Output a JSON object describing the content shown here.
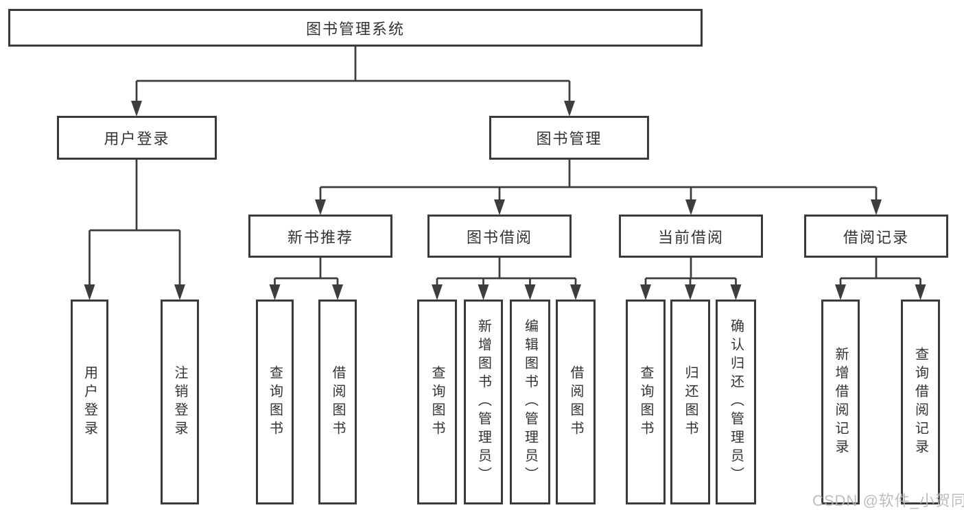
{
  "colors": {
    "line": "#3d3d3d",
    "box_border": "#3a3a3a",
    "text": "#333333",
    "background": "#ffffff",
    "watermark_text": "#b5b5b5"
  },
  "watermark": "CSDN @软件_小贺同学",
  "tree": {
    "root": "图书管理系统",
    "user": {
      "label": "用户登录",
      "leaves": [
        "用户登录",
        "注销登录"
      ]
    },
    "mgmt": {
      "label": "图书管理",
      "groups": [
        {
          "label": "新书推荐",
          "leaves": [
            "查询图书",
            "借阅图书"
          ]
        },
        {
          "label": "图书借阅",
          "leaves": [
            "查询图书",
            "新增图书（管理员）",
            "编辑图书（管理员）",
            "借阅图书"
          ]
        },
        {
          "label": "当前借阅",
          "leaves": [
            "查询图书",
            "归还图书",
            "确认归还（管理员）"
          ]
        },
        {
          "label": "借阅记录",
          "leaves": [
            "新增借阅记录",
            "查询借阅记录"
          ]
        }
      ]
    }
  }
}
